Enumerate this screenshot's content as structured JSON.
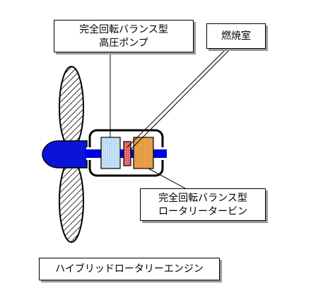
{
  "labels": {
    "pump_line1": "完全回転バランス型",
    "pump_line2": "高圧ポンプ",
    "combustor": "燃焼室",
    "turbine_line1": "完全回転バランス型",
    "turbine_line2": "ロータリータービン",
    "title": "ハイブリッドロータリーエンジン"
  },
  "colors": {
    "shaft": "#0000e0",
    "spinner": "#0a14d8",
    "pump": "#aaccf0",
    "combustor": "#e06060",
    "turbine": "#e39a40"
  }
}
